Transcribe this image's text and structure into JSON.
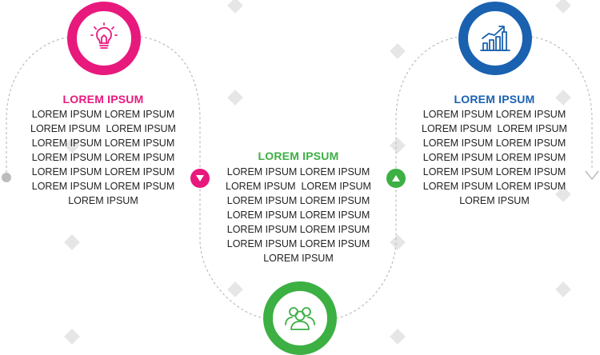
{
  "colors": {
    "pink": "#e8197d",
    "green": "#3cb043",
    "blue": "#1a61b0",
    "connector": "#bdbdbd"
  },
  "steps": [
    {
      "id": "step-1",
      "color": "#e8197d",
      "icon": "lightbulb-icon",
      "title": "LOREM IPSUM",
      "lines": [
        "LOREM IPSUM LOREM IPSUM",
        "LOREM IPSUM  LOREM IPSUM",
        "LOREM IPSUM LOREM IPSUM",
        "LOREM IPSUM LOREM IPSUM",
        "LOREM IPSUM LOREM IPSUM",
        "LOREM IPSUM LOREM IPSUM",
        "LOREM IPSUM"
      ]
    },
    {
      "id": "step-2",
      "color": "#3cb043",
      "icon": "team-icon",
      "title": "LOREM IPSUM",
      "lines": [
        "LOREM IPSUM LOREM IPSUM",
        "LOREM IPSUM  LOREM IPSUM",
        "LOREM IPSUM LOREM IPSUM",
        "LOREM IPSUM LOREM IPSUM",
        "LOREM IPSUM LOREM IPSUM",
        "LOREM IPSUM LOREM IPSUM",
        "LOREM IPSUM"
      ]
    },
    {
      "id": "step-3",
      "color": "#1a61b0",
      "icon": "growth-chart-icon",
      "title": "LOREM IPSUM",
      "lines": [
        "LOREM IPSUM LOREM IPSUM",
        "LOREM IPSUM  LOREM IPSUM",
        "LOREM IPSUM LOREM IPSUM",
        "LOREM IPSUM LOREM IPSUM",
        "LOREM IPSUM LOREM IPSUM",
        "LOREM IPSUM LOREM IPSUM",
        "LOREM IPSUM"
      ]
    }
  ],
  "markers": [
    {
      "name": "down-arrow-marker",
      "color": "#e8197d",
      "icon": "triangle-down-icon"
    },
    {
      "name": "up-arrow-marker",
      "color": "#3cb043",
      "icon": "triangle-up-icon"
    }
  ]
}
